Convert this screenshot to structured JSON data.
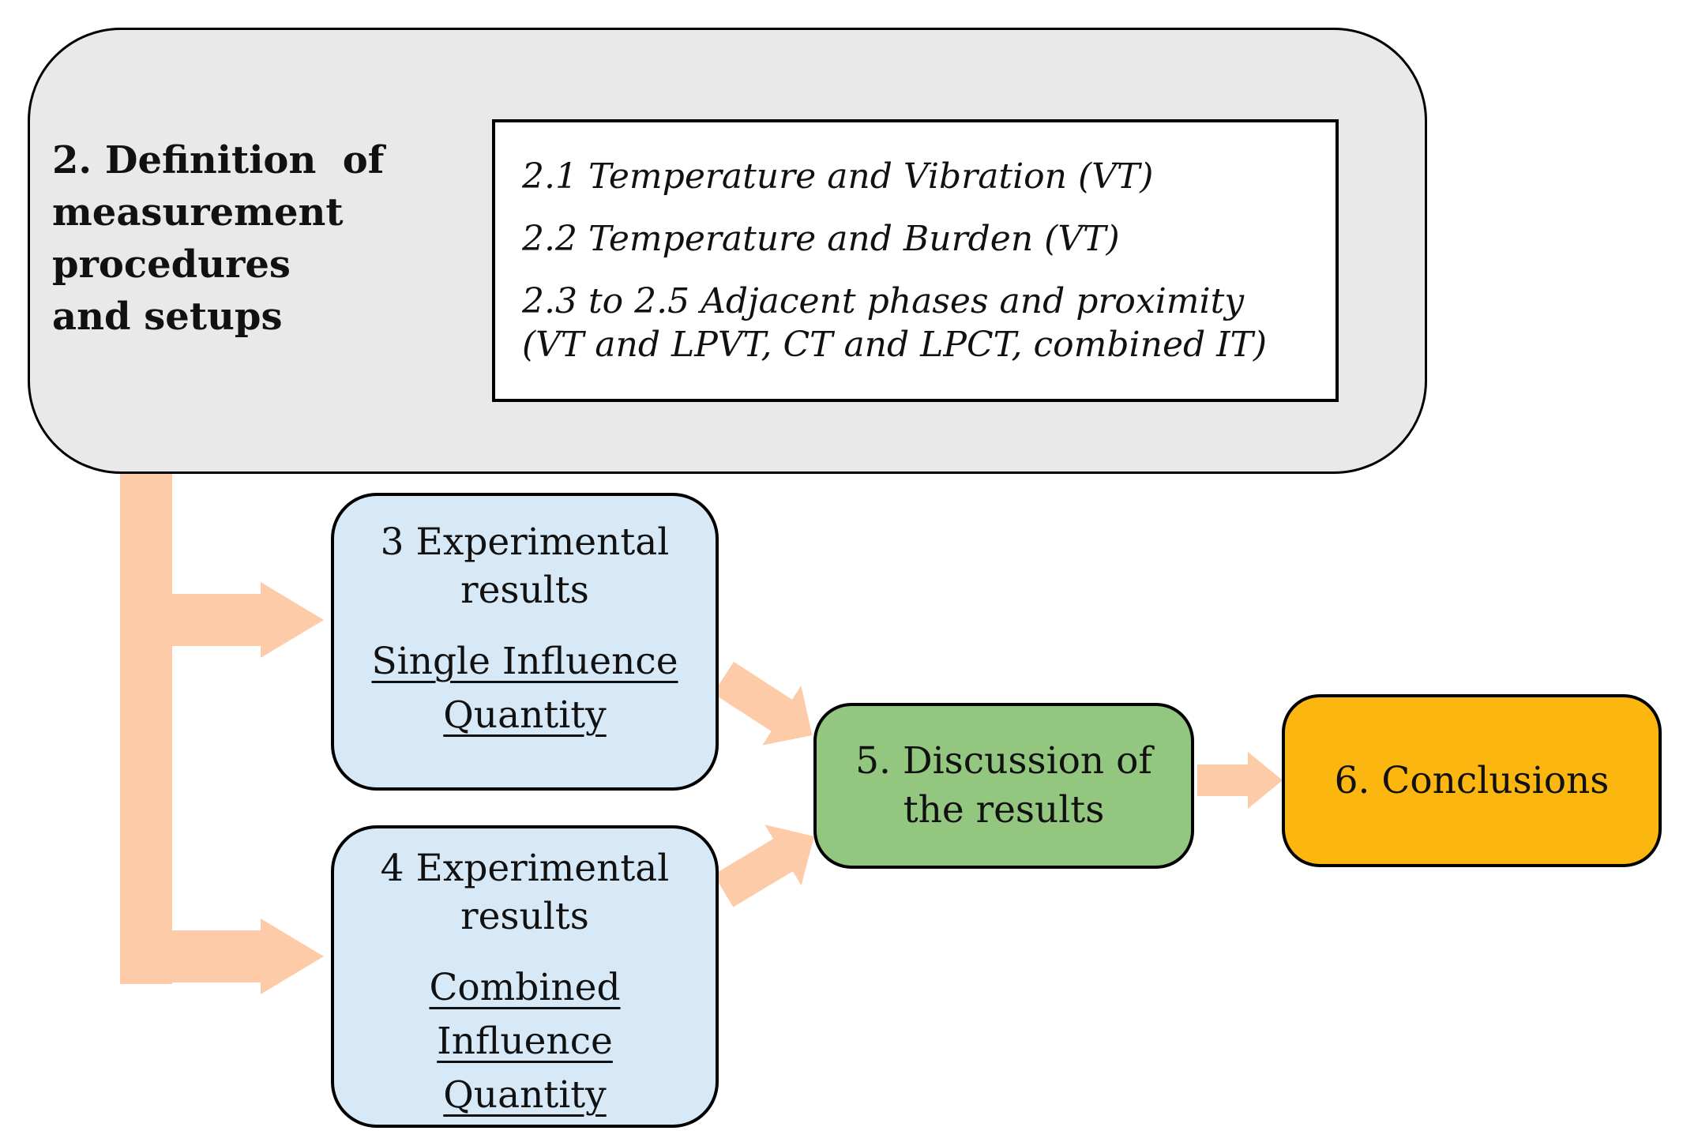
{
  "flowchart": {
    "definition_box": {
      "title": "2. Definition  of\nmeasurement\nprocedures\nand setups",
      "procedures": [
        "2.1 Temperature and Vibration (VT)",
        "2.2 Temperature and Burden (VT)",
        "2.3 to 2.5 Adjacent phases and proximity",
        "(VT and LPVT, CT and LPCT, combined IT)"
      ]
    },
    "experimental_single_box": {
      "heading_line1": "3 Experimental",
      "heading_line2": "results",
      "subtitle_line1": "Single Influence",
      "subtitle_line2": "Quantity"
    },
    "experimental_combined_box": {
      "heading_line1": "4 Experimental",
      "heading_line2": "results",
      "subtitle_line1": "Combined",
      "subtitle_line2": "Influence",
      "subtitle_line3": "Quantity"
    },
    "discussion_box": {
      "label_line1": "5. Discussion of",
      "label_line2": "the results"
    },
    "conclusions_box": {
      "label": "6. Conclusions"
    }
  },
  "colors": {
    "definition_fill": "#e9e9e9",
    "experimental_fill": "#d7e9f6",
    "discussion_fill": "#93c77f",
    "conclusions_fill": "#fbb70f",
    "arrow_fill": "#fdcba7",
    "border": "#000000"
  }
}
